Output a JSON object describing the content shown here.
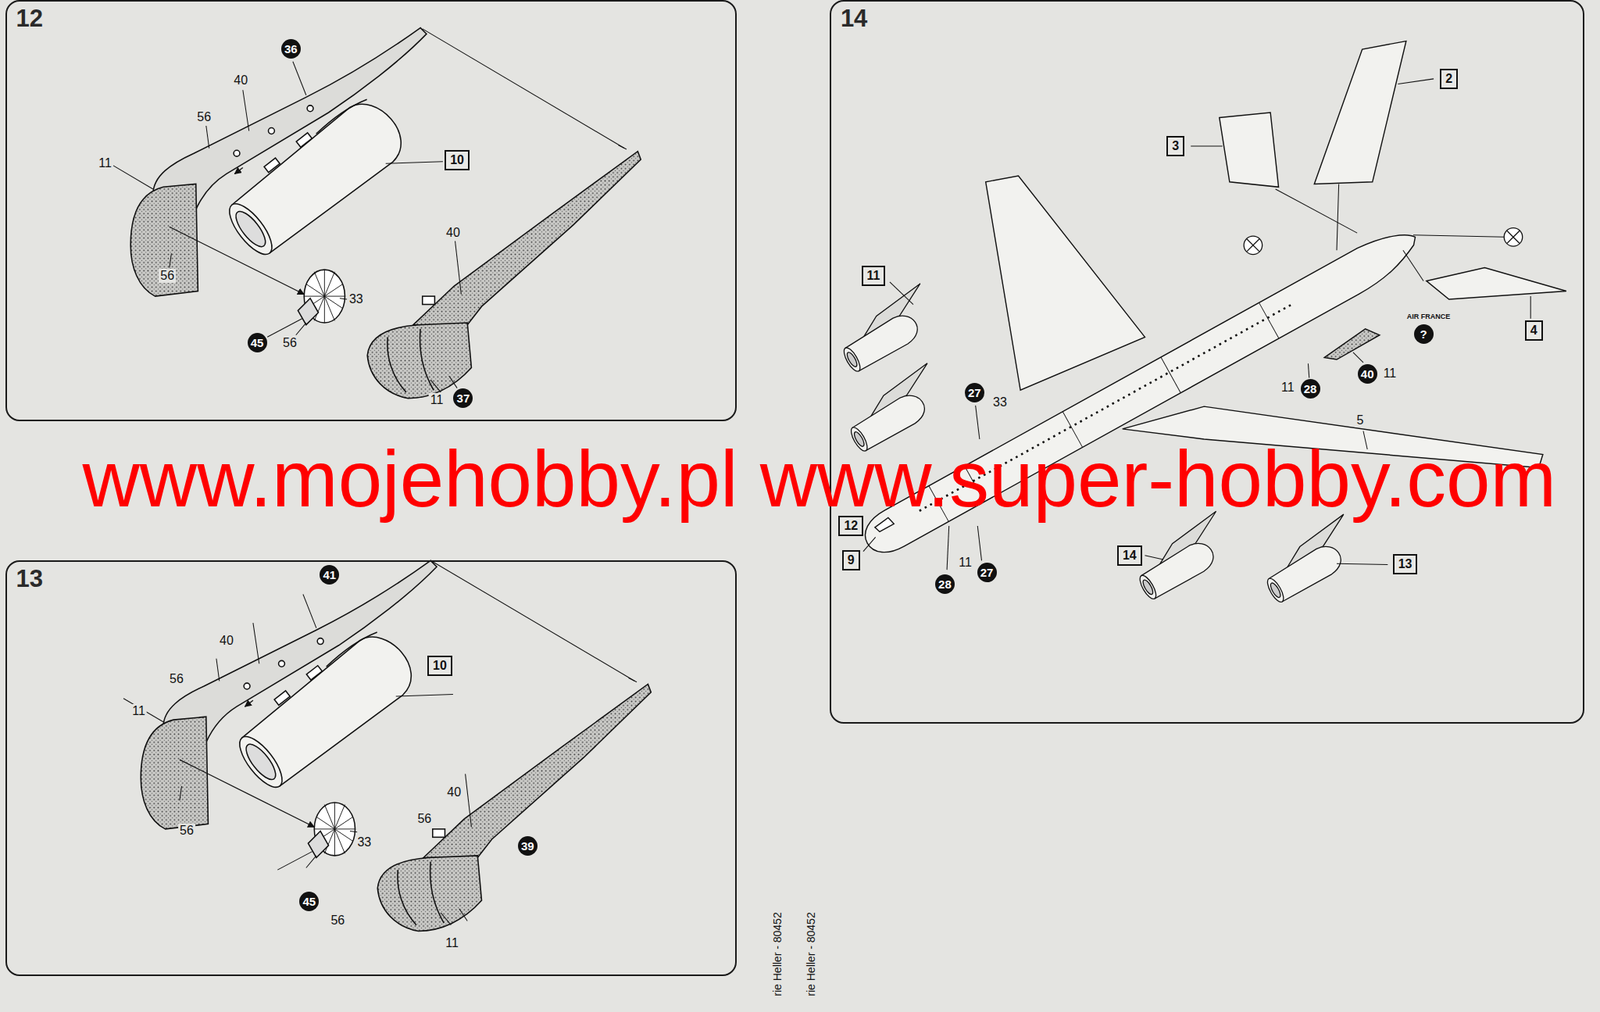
{
  "diagram": {
    "nodes": [
      {
        "text": [
          "12"
        ]
      },
      {
        "text": [
          "36"
        ],
        "in": 0
      },
      {
        "text": [
          "10"
        ],
        "in": 0
      },
      {
        "text": [
          "45"
        ],
        "in": 0
      },
      {
        "text": [
          "37"
        ],
        "in": 0
      },
      {
        "text": [
          "14"
        ]
      },
      {
        "text": [
          "2"
        ],
        "in": 5
      },
      {
        "text": [
          "3"
        ],
        "in": 5
      },
      {
        "text": [
          "11"
        ],
        "in": 5
      },
      {
        "text": [
          "4"
        ],
        "in": 5
      },
      {
        "text": [
          "?"
        ],
        "in": 5
      },
      {
        "text": [
          "40"
        ],
        "in": 5
      },
      {
        "text": [
          "28"
        ],
        "in": 5
      },
      {
        "text": [
          "27"
        ],
        "in": 5
      },
      {
        "text": [
          "12"
        ],
        "in": 5
      },
      {
        "text": [
          "9"
        ],
        "in": 5
      },
      {
        "text": [
          "28"
        ],
        "in": 5
      },
      {
        "text": [
          "27"
        ],
        "in": 5
      },
      {
        "text": [
          "14"
        ],
        "in": 5
      },
      {
        "text": [
          "13"
        ],
        "in": 5
      },
      {
        "text": [
          "13"
        ]
      },
      {
        "text": [
          "41"
        ],
        "in": 20
      },
      {
        "text": [
          "10"
        ],
        "in": 20
      },
      {
        "text": [
          "45"
        ],
        "in": 20
      },
      {
        "text": [
          "39"
        ],
        "in": 20
      }
    ],
    "labels": [
      "40",
      "56",
      "11",
      "56",
      "33",
      "56",
      "40",
      "11",
      "AIR FRANCE",
      "11",
      "11",
      "33",
      "5",
      "11",
      "www.mojehobby.pl www.super-hobby.com",
      "40",
      "56",
      "11",
      "56",
      "33",
      "56",
      "40",
      "56",
      "11",
      "rie Heller - 80452",
      "rie Heller - 80452"
    ]
  }
}
